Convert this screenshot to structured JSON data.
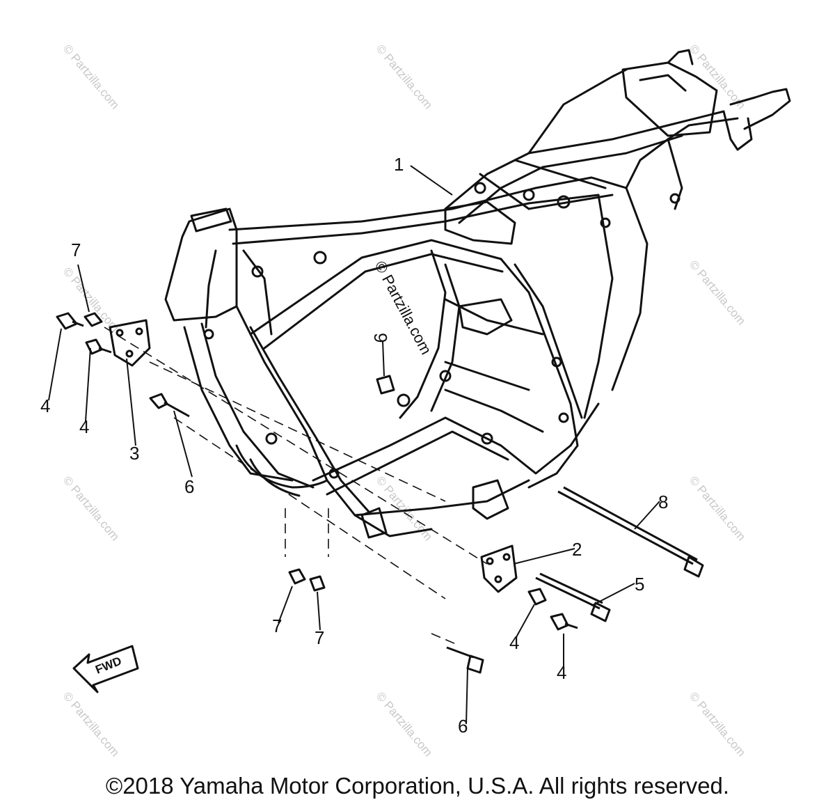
{
  "watermark": {
    "text": "© Partzilla.com"
  },
  "callouts": [
    {
      "id": "c1",
      "label": "1"
    },
    {
      "id": "c2",
      "label": "2"
    },
    {
      "id": "c3",
      "label": "3"
    },
    {
      "id": "c4a",
      "label": "4"
    },
    {
      "id": "c4b",
      "label": "4"
    },
    {
      "id": "c4c",
      "label": "4"
    },
    {
      "id": "c4d",
      "label": "4"
    },
    {
      "id": "c5",
      "label": "5"
    },
    {
      "id": "c6a",
      "label": "6"
    },
    {
      "id": "c6b",
      "label": "6"
    },
    {
      "id": "c7a",
      "label": "7"
    },
    {
      "id": "c7b",
      "label": "7"
    },
    {
      "id": "c7c",
      "label": "7"
    },
    {
      "id": "c8",
      "label": "8"
    },
    {
      "id": "c9",
      "label": "9"
    }
  ],
  "fwd_badge": {
    "text": "FWD"
  },
  "copyright": "©2018 Yamaha Motor Corporation, U.S.A. All rights reserved."
}
